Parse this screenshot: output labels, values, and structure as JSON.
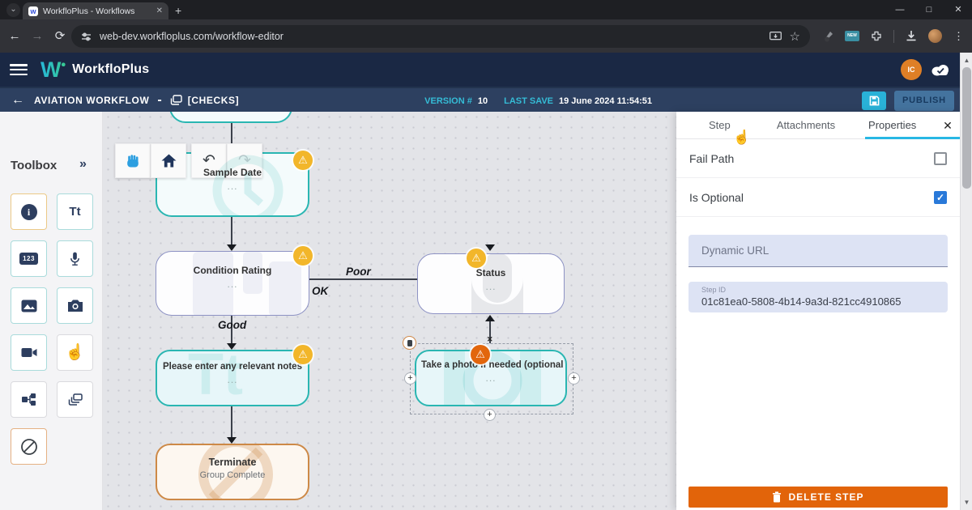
{
  "browser": {
    "tab_title": "WorkfloPlus - Workflows",
    "favicon_letter": "w",
    "url": "web-dev.workfloplus.com/workflow-editor",
    "new_badge": "NEW"
  },
  "header": {
    "app_name": "WorkfloPlus",
    "avatar_initials": "IC"
  },
  "workflow_bar": {
    "title": "Aviation Workflow",
    "separator": "-",
    "group_name": "[Checks]",
    "version_label": "VERSION #",
    "version_value": "10",
    "last_save_label": "LAST SAVE",
    "last_save_value": "19 June 2024 11:54:51",
    "publish_label": "PUBLISH"
  },
  "toolbox": {
    "title": "Toolbox",
    "tools": [
      {
        "name": "information"
      },
      {
        "name": "text-input",
        "glyph": "Tt"
      },
      {
        "name": "number-input",
        "glyph": "123"
      },
      {
        "name": "dictation"
      },
      {
        "name": "image"
      },
      {
        "name": "photo-capture"
      },
      {
        "name": "video"
      },
      {
        "name": "touch-input"
      },
      {
        "name": "decision"
      },
      {
        "name": "group"
      },
      {
        "name": "terminate"
      }
    ]
  },
  "canvas": {
    "nodes": [
      {
        "title": "Sample Date",
        "subtitle": "..."
      },
      {
        "title": "Condition Rating",
        "subtitle": "..."
      },
      {
        "title": "Status",
        "subtitle": "..."
      },
      {
        "title": "Please enter any relevant notes",
        "subtitle": "..."
      },
      {
        "title": "Take a photo if needed (optional st...",
        "subtitle": "..."
      },
      {
        "title": "Terminate",
        "subtitle": "Group Complete"
      }
    ],
    "edge_labels": {
      "good": "Good",
      "ok": "OK",
      "poor": "Poor"
    }
  },
  "panel": {
    "tabs": [
      {
        "label": "Step"
      },
      {
        "label": "Attachments"
      },
      {
        "label": "Properties"
      }
    ],
    "fields": {
      "fail_path_label": "Fail Path",
      "is_optional_label": "Is Optional",
      "dynamic_url_placeholder": "Dynamic URL",
      "step_id_label": "Step ID",
      "step_id_value": "01c81ea0-5808-4b14-9a3d-821cc4910865"
    },
    "delete_button_label": "DELETE STEP"
  },
  "icons": {
    "tab_search_chevron": "⌄",
    "tab_close": "✕",
    "new_tab": "+",
    "window_minimize": "—",
    "window_maximize": "□",
    "window_close": "✕",
    "back": "←",
    "forward": "→",
    "reload": "⟳",
    "star": "☆",
    "menu_kebab": "⋮",
    "back_arrow": "←",
    "toolbox_expand": "»",
    "undo": "↶",
    "redo": "↷",
    "warning": "⚠",
    "checkmark": "✓",
    "close_panel": "✕",
    "plus_handle": "+",
    "connector_x": "✕",
    "touch_hand": "☝",
    "cursor_hand": "☝",
    "scroll_up": "▲",
    "scroll_down": "▼"
  },
  "colors": {
    "accent_cyan": "#29b2d8",
    "header_navy": "#1a2844",
    "warning_yellow": "#f2b62a",
    "warning_orange": "#e2660c",
    "delete_orange": "#e2640a",
    "checkbox_blue": "#2979d9",
    "node_teal": "#2ab6b2",
    "node_purple": "#8d92c4",
    "node_orange": "#cd8947"
  }
}
